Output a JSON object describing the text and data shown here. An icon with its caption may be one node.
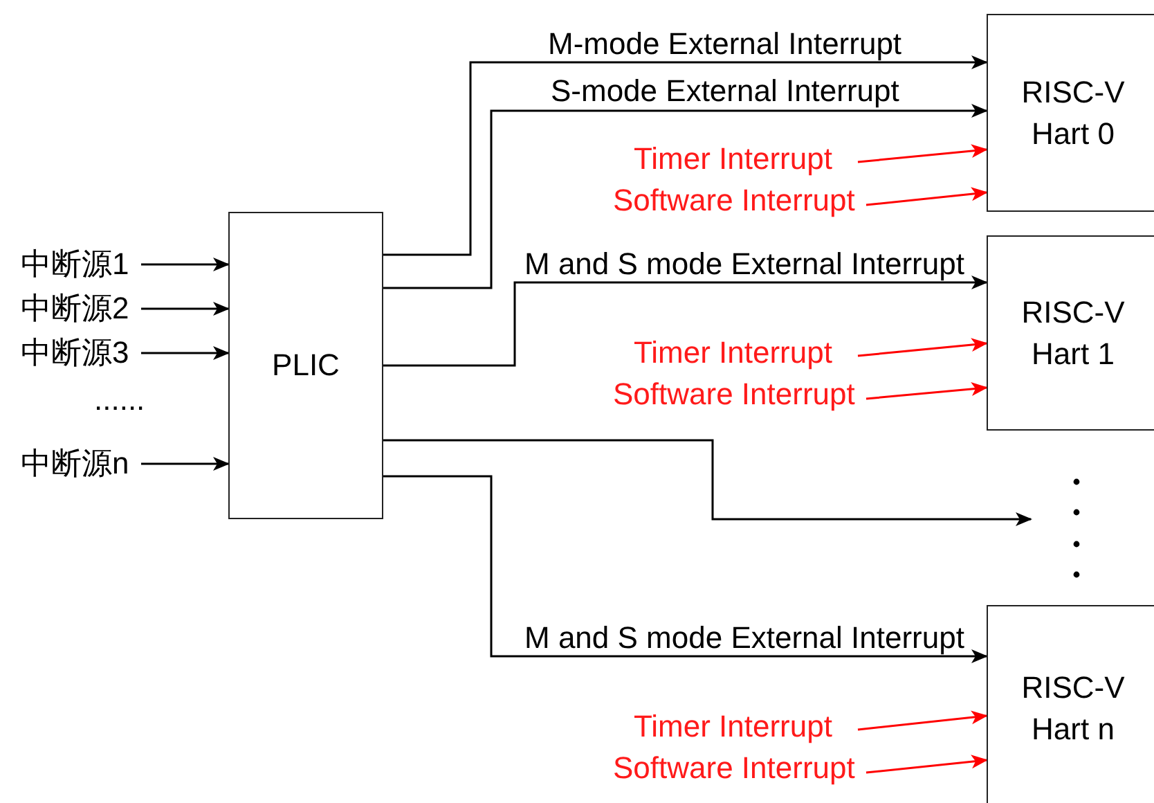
{
  "diagram": {
    "nodes": [
      {
        "text": [
          "中断源1"
        ]
      },
      {
        "text": [
          "中断源2"
        ]
      },
      {
        "text": [
          "中断源3"
        ]
      },
      {
        "text": [
          "中断源n"
        ]
      },
      {
        "text": [
          "PLIC"
        ]
      },
      {
        "text": [
          "RISC-V Hart 0"
        ]
      },
      {
        "text": [
          "RISC-V Hart 1"
        ]
      },
      {
        "text": [
          "RISC-V Hart n"
        ]
      },
      {
        "text": [
          "Timer Interrupt"
        ]
      },
      {
        "text": [
          "Software Interrupt"
        ]
      },
      {
        "text": [
          "Timer Interrupt"
        ]
      },
      {
        "text": [
          "Software Interrupt"
        ]
      },
      {
        "text": [
          "Timer Interrupt"
        ]
      },
      {
        "text": [
          "Software Interrupt"
        ]
      }
    ],
    "edges": [
      {
        "from": 0,
        "to": 4,
        "arrow": "to"
      },
      {
        "from": 1,
        "to": 4,
        "arrow": "to"
      },
      {
        "from": 2,
        "to": 4,
        "arrow": "to"
      },
      {
        "from": 3,
        "to": 4,
        "arrow": "to"
      },
      {
        "from": 4,
        "to": 5,
        "arrow": "to",
        "label": "M-mode External Interrupt"
      },
      {
        "from": 4,
        "to": 5,
        "arrow": "to",
        "label": "S-mode External Interrupt"
      },
      {
        "from": 4,
        "to": 6,
        "arrow": "to",
        "label": "M and S mode External Interrupt"
      },
      {
        "from": 4,
        "to": null,
        "arrow": "to"
      },
      {
        "from": 4,
        "to": 7,
        "arrow": "to",
        "label": "M and S mode External Interrupt"
      },
      {
        "from": 8,
        "to": 5,
        "arrow": "to",
        "color": "#ff0000"
      },
      {
        "from": 9,
        "to": 5,
        "arrow": "to",
        "color": "#ff0000"
      },
      {
        "from": 10,
        "to": 6,
        "arrow": "to",
        "color": "#ff0000"
      },
      {
        "from": 11,
        "to": 6,
        "arrow": "to",
        "color": "#ff0000"
      },
      {
        "from": 12,
        "to": 7,
        "arrow": "to",
        "color": "#ff0000"
      },
      {
        "from": 13,
        "to": 7,
        "arrow": "to",
        "color": "#ff0000"
      }
    ],
    "labels": [
      "......"
    ]
  }
}
